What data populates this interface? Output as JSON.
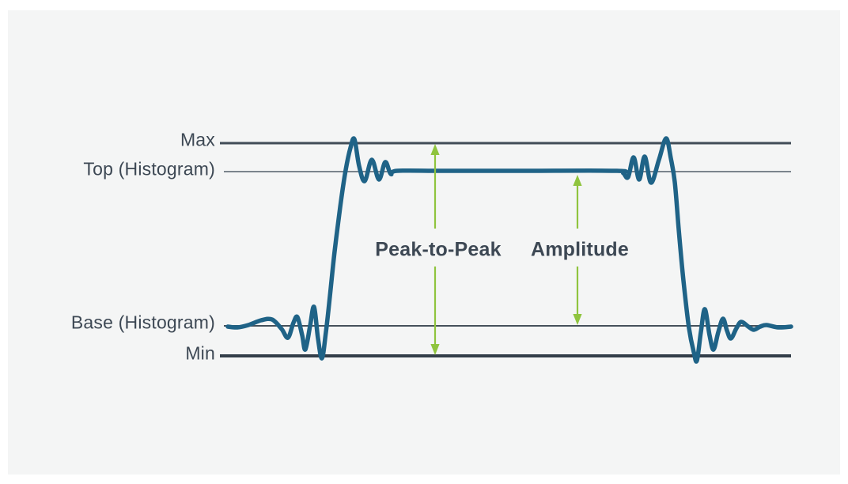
{
  "labels": {
    "max": "Max",
    "top": "Top (Histogram)",
    "base": "Base (Histogram)",
    "min": "Min",
    "peak_to_peak": "Peak-to-Peak",
    "amplitude": "Amplitude"
  },
  "colors": {
    "background": "#ffffff",
    "panel": "#f4f5f5",
    "waveform": "#1f6387",
    "arrow": "#8fc43e",
    "line_max": "#414c57",
    "line_top": "#6a737d",
    "line_base": "#46515b",
    "line_min": "#333e49",
    "text": "#3d4854"
  }
}
